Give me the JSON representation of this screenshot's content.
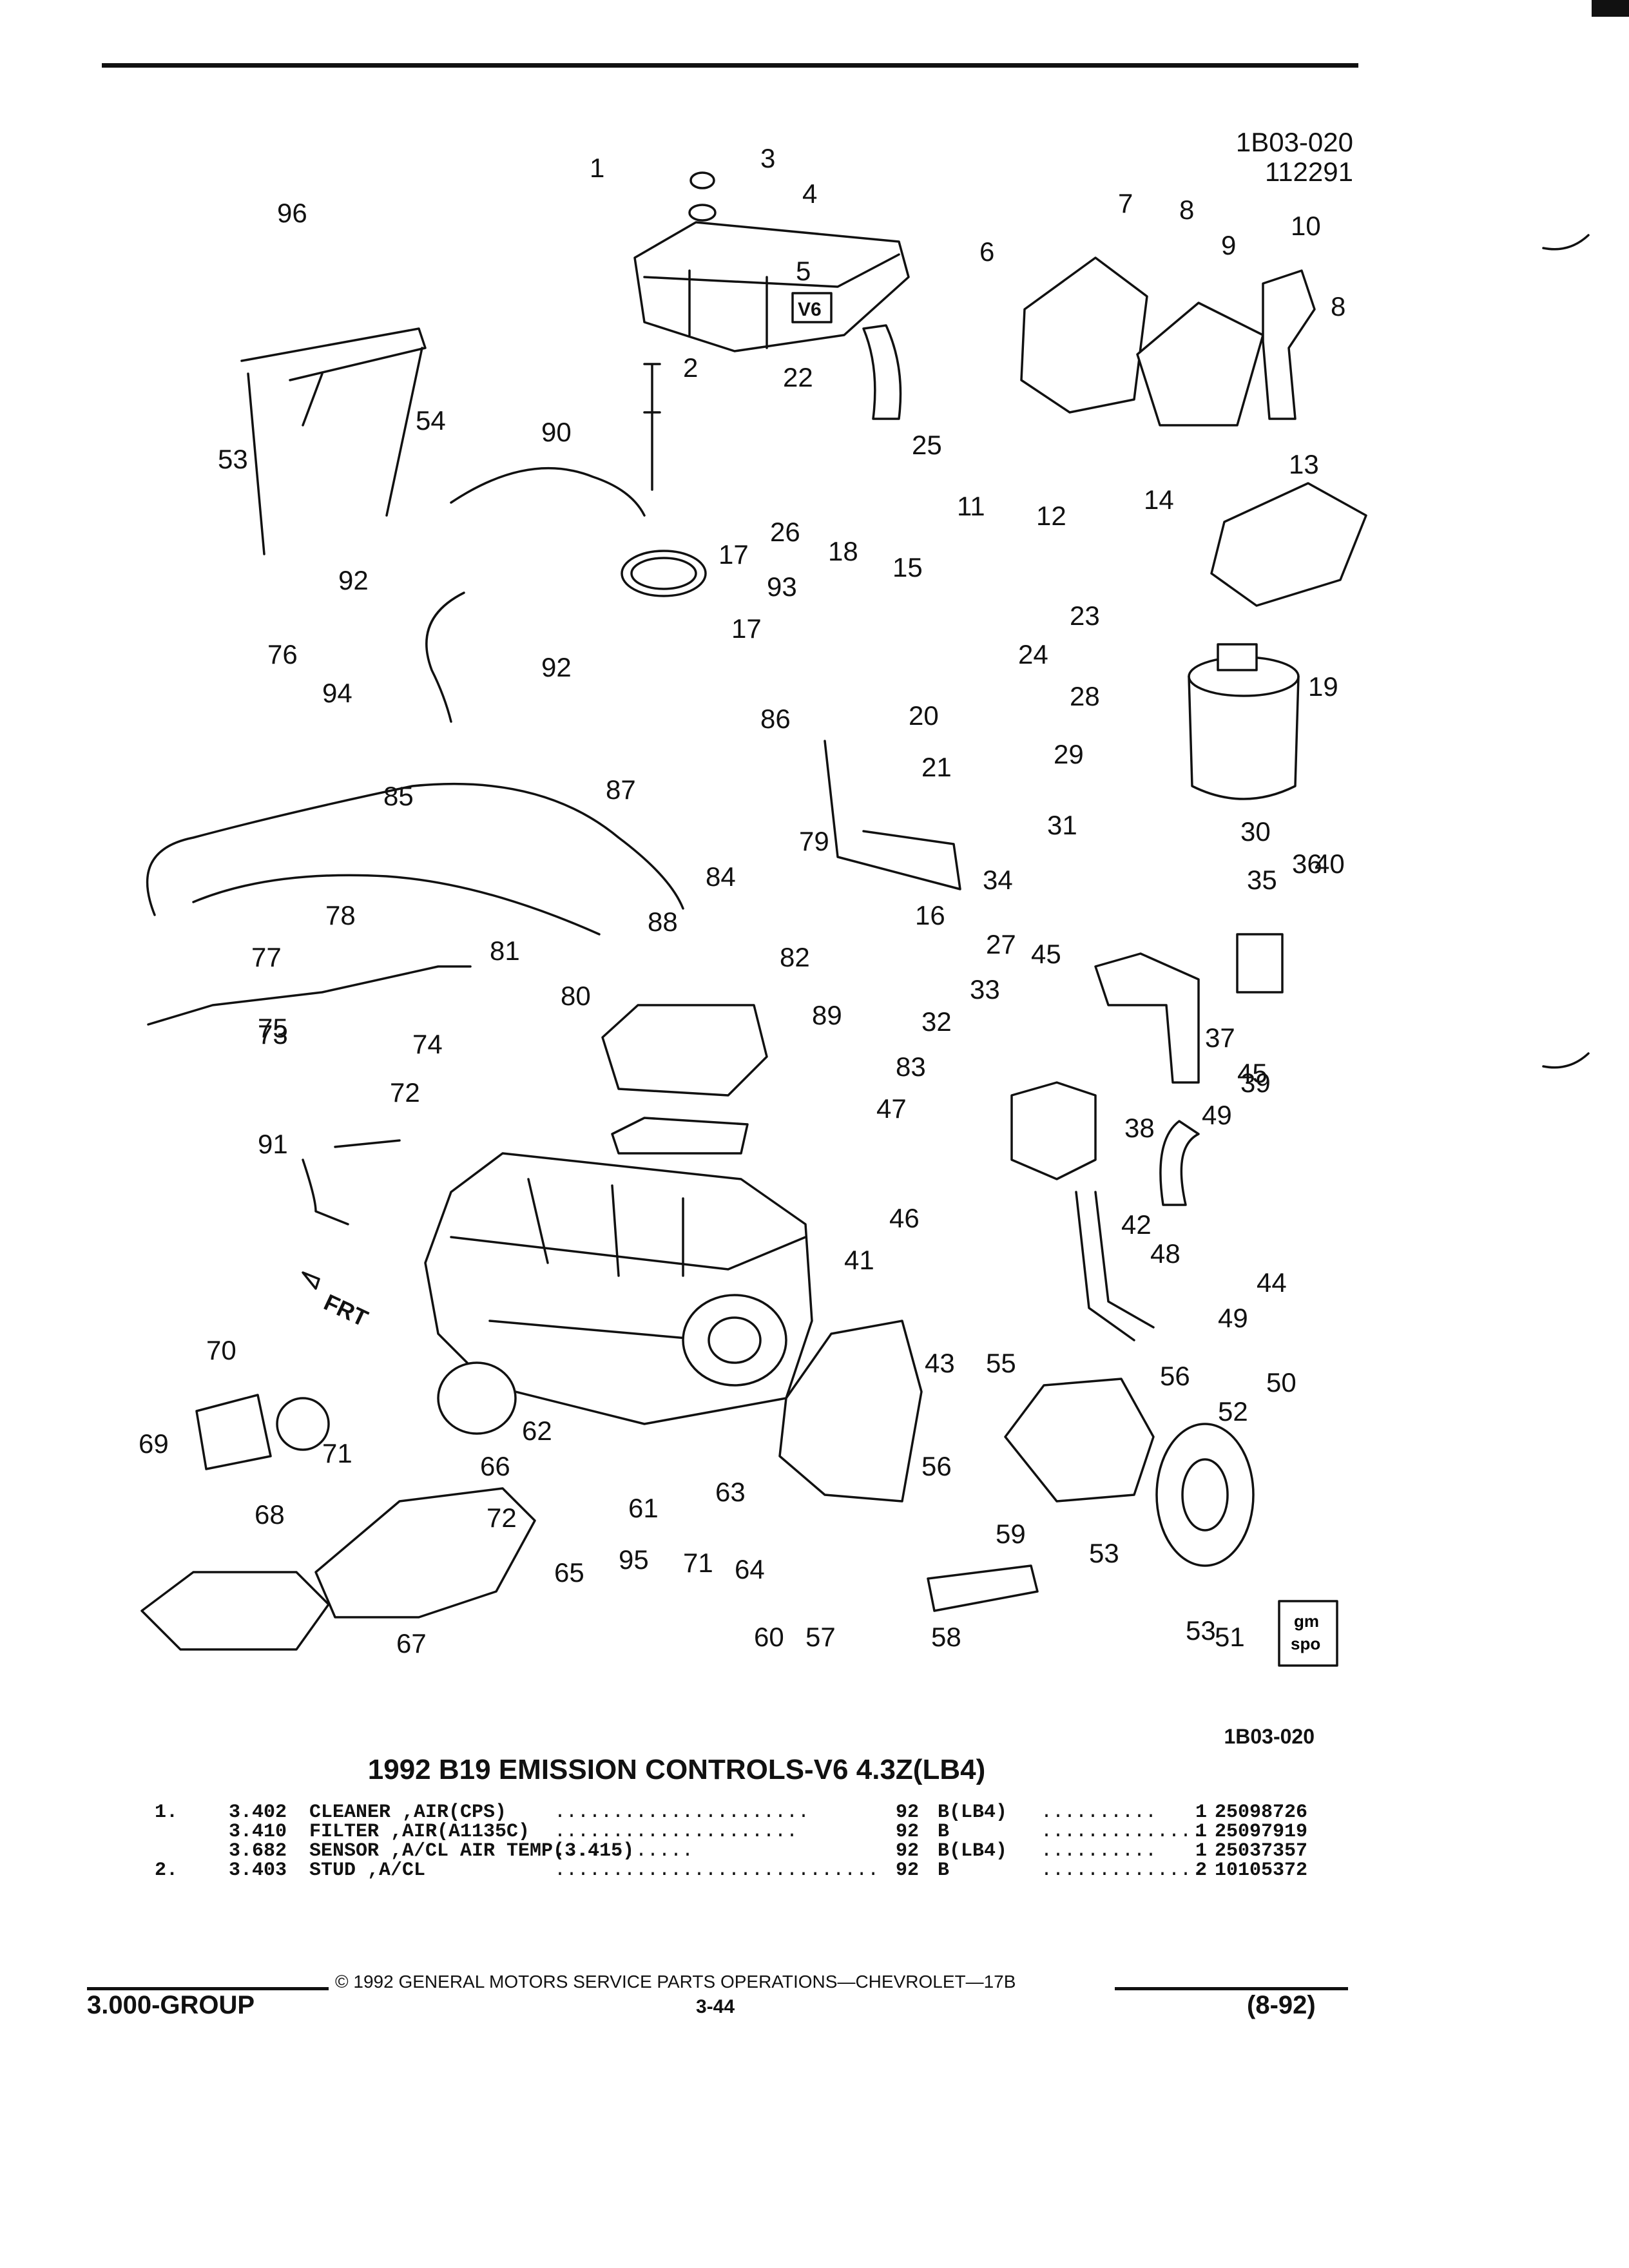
{
  "header": {
    "drawing_id": "1B03-020",
    "date_code": "112291"
  },
  "diagram": {
    "callouts": [
      "1",
      "2",
      "3",
      "4",
      "5",
      "6",
      "7",
      "8",
      "8",
      "9",
      "10",
      "11",
      "12",
      "13",
      "14",
      "15",
      "16",
      "17",
      "17",
      "18",
      "19",
      "20",
      "21",
      "22",
      "23",
      "24",
      "25",
      "26",
      "27",
      "28",
      "29",
      "30",
      "31",
      "32",
      "33",
      "34",
      "35",
      "36",
      "37",
      "38",
      "39",
      "40",
      "41",
      "42",
      "43",
      "44",
      "45",
      "45",
      "46",
      "47",
      "48",
      "49",
      "49",
      "50",
      "51",
      "52",
      "53",
      "53",
      "53",
      "54",
      "55",
      "56",
      "56",
      "57",
      "58",
      "59",
      "60",
      "61",
      "62",
      "63",
      "64",
      "65",
      "66",
      "67",
      "68",
      "69",
      "70",
      "71",
      "71",
      "72",
      "72",
      "73",
      "74",
      "75",
      "76",
      "77",
      "78",
      "79",
      "80",
      "81",
      "82",
      "83",
      "84",
      "85",
      "86",
      "87",
      "88",
      "89",
      "90",
      "91",
      "92",
      "92",
      "93",
      "94",
      "95",
      "96"
    ],
    "part_labels": {
      "box_text": "V6",
      "arrow_label": "FRT",
      "stamp_line1": "gm",
      "stamp_line2": "spo"
    },
    "footer_ref": "1B03-020"
  },
  "parts_list": {
    "title": "1992 B19 EMISSION CONTROLS-V6 4.3Z(LB4)",
    "rows": [
      {
        "item": "1.",
        "group": "3.402",
        "description": "CLEANER ,AIR(CPS)",
        "dots": "......................",
        "year": "92",
        "series": "B(LB4)",
        "dots2": "..........",
        "qty": "1",
        "part_no": "25098726"
      },
      {
        "item": "",
        "group": "3.410",
        "description": "FILTER ,AIR(A1135C)",
        "dots": ".....................",
        "year": "92",
        "series": "B",
        "dots2": "..............",
        "qty": "1",
        "part_no": "25097919"
      },
      {
        "item": "",
        "group": "3.682",
        "description": "SENSOR ,A/CL AIR TEMP(3.415)",
        "dots": "............",
        "year": "92",
        "series": "B(LB4)",
        "dots2": "..........",
        "qty": "1",
        "part_no": "25037357"
      },
      {
        "item": "2.",
        "group": "3.403",
        "description": "STUD ,A/CL",
        "dots": "............................",
        "year": "92",
        "series": "B",
        "dots2": "..............",
        "qty": "2",
        "part_no": "10105372"
      }
    ]
  },
  "footer": {
    "copyright": "© 1992 GENERAL MOTORS SERVICE PARTS OPERATIONS—CHEVROLET—17B",
    "group": "3.000-GROUP",
    "page": "3-44",
    "date": "(8-92)"
  }
}
